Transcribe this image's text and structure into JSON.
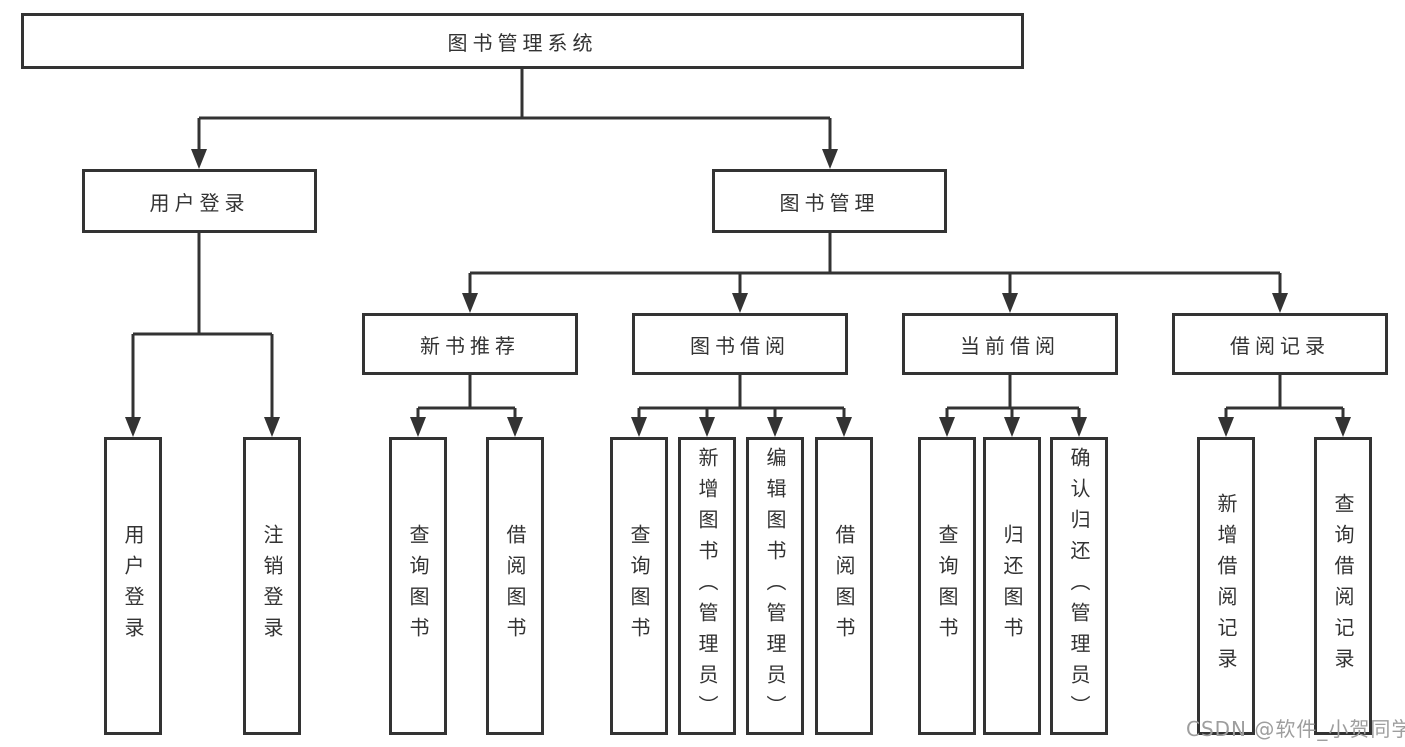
{
  "diagram": {
    "root": {
      "label": "图书管理系统"
    },
    "branches": [
      {
        "label": "用户登录",
        "leaves": [
          {
            "label": "用户登录"
          },
          {
            "label": "注销登录"
          }
        ]
      },
      {
        "label": "图书管理",
        "groups": [
          {
            "label": "新书推荐",
            "leaves": [
              {
                "label": "查询图书"
              },
              {
                "label": "借阅图书"
              }
            ]
          },
          {
            "label": "图书借阅",
            "leaves": [
              {
                "label": "查询图书"
              },
              {
                "label": "新增图书（管理员）"
              },
              {
                "label": "编辑图书（管理员）"
              },
              {
                "label": "借阅图书"
              }
            ]
          },
          {
            "label": "当前借阅",
            "leaves": [
              {
                "label": "查询图书"
              },
              {
                "label": "归还图书"
              },
              {
                "label": "确认归还（管理员）"
              }
            ]
          },
          {
            "label": "借阅记录",
            "leaves": [
              {
                "label": "新增借阅记录"
              },
              {
                "label": "查询借阅记录"
              }
            ]
          }
        ]
      }
    ]
  },
  "watermark": {
    "text": "CSDN @软件_小贺同学",
    "color": "#9e9e9e"
  },
  "colors": {
    "line": "#333333",
    "box_border": "#333333",
    "box_fill": "#ffffff",
    "text": "#333333",
    "background": "#ffffff"
  }
}
